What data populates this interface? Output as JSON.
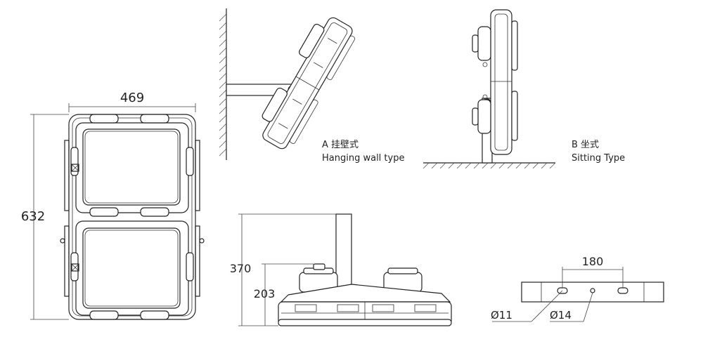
{
  "dimensions": {
    "front_width": "469",
    "front_height": "632",
    "side_height_total": "370",
    "side_height_body": "203",
    "bracket_spacing": "180",
    "hole_slot": "Ø11",
    "hole_center": "Ø14"
  },
  "labels": {
    "type_a_cn": "A 挂壁式",
    "type_a_en": "Hanging wall type",
    "type_b_cn": "B 坐式",
    "type_b_en": "Sitting Type"
  },
  "colors": {
    "line": "#222222",
    "background": "#ffffff"
  }
}
